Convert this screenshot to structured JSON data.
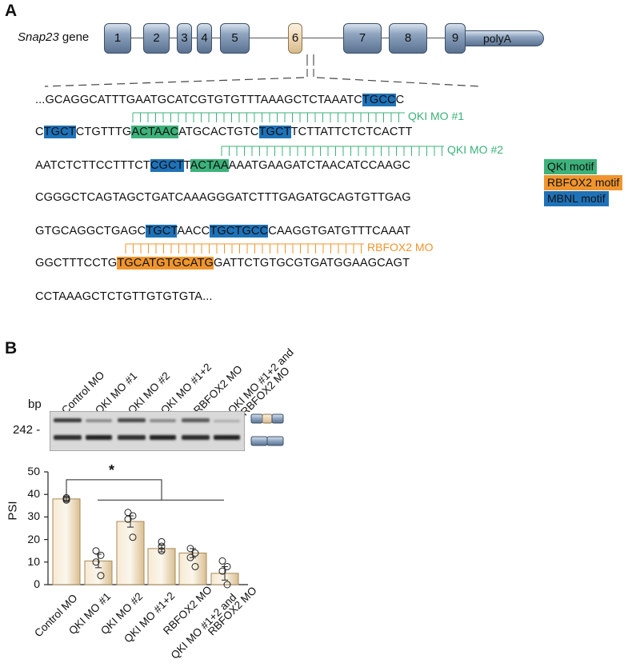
{
  "panel_a": {
    "letter": "A",
    "gene_name": "Snap23",
    "gene_suffix": " gene",
    "exons": [
      "1",
      "2",
      "3",
      "4",
      "5",
      "6",
      "7",
      "8",
      "9"
    ],
    "polya": "polyA",
    "sequence_lines": [
      [
        {
          "t": "...GCAGGCATTTGAATGCATCGTGTGTTTAAAGCTCTAAATC"
        },
        {
          "t": "TGCC",
          "c": "blue"
        },
        {
          "t": "C"
        }
      ],
      [
        {
          "t": "C"
        },
        {
          "t": "TGCT",
          "c": "blue"
        },
        {
          "t": "CTGTTTG"
        },
        {
          "t": "ACTAAC",
          "c": "green"
        },
        {
          "t": "ATGCACTGTC"
        },
        {
          "t": "TGCT",
          "c": "blue"
        },
        {
          "t": "TCTTATTCTCTCACTT"
        }
      ],
      [
        {
          "t": "AATCTCTTCCTTTCT"
        },
        {
          "t": "CGCT",
          "c": "blue"
        },
        {
          "t": "T"
        },
        {
          "t": "ACTAA",
          "c": "green"
        },
        {
          "t": "AAATGAAGATCTAACATCCAAGC"
        }
      ],
      [
        {
          "t": "CGGGCTCAGTAGCTGATCAAAGGGATCTTTGAGATGCAGTGTTGAG"
        }
      ],
      [
        {
          "t": "GTGCAGGCTGAGC"
        },
        {
          "t": "TGCT",
          "c": "blue"
        },
        {
          "t": "AACC"
        },
        {
          "t": "TGCTGCC",
          "c": "blue"
        },
        {
          "t": "CAAGGTGATGTTTCAAAT"
        }
      ],
      [
        {
          "t": "GGCTTTCCTG"
        },
        {
          "t": "TGCATGTGCATG",
          "c": "orange"
        },
        {
          "t": "GATTCTGTGCGTGATGGAAGCAGT"
        }
      ],
      [
        {
          "t": "CCTAAAGCTCTGTTGTGTGTA..."
        }
      ]
    ],
    "mo_labels": {
      "qki1": "QKI MO #1",
      "qki2": "QKI MO #2",
      "rbfox2": "RBFOX2 MO"
    },
    "legend": [
      {
        "label": "QKI motif",
        "color": "#3cb27a"
      },
      {
        "label": "RBFOX2 motif",
        "color": "#f0952e"
      },
      {
        "label": "MBNL motif",
        "color": "#1e72b8"
      }
    ],
    "colors": {
      "qki": "#3cb27a",
      "rbfox2": "#f0952e",
      "mbnl": "#1e72b8"
    }
  },
  "panel_b": {
    "letter": "B",
    "bp_label": "bp",
    "marker_label": "242 -",
    "lanes": [
      "Control MO",
      "QKI MO #1",
      "QKI MO #2",
      "QKI MO #1+2",
      "RBFOX2 MO",
      "QKI MO #1+2 and RBFOX2 MO"
    ],
    "lane_line2": [
      "",
      "",
      "",
      "",
      "",
      "RBFOX2 MO"
    ],
    "lane_line1": [
      "Control MO",
      "QKI MO #1",
      "QKI MO #2",
      "QKI MO #1+2",
      "RBFOX2 MO",
      "QKI MO #1+2 and"
    ],
    "significance": "*"
  },
  "chart_data": {
    "type": "bar",
    "ylabel": "PSI",
    "ylim": [
      0,
      50
    ],
    "yticks": [
      0,
      10,
      20,
      30,
      40,
      50
    ],
    "categories": [
      "Control MO",
      "QKI MO #1",
      "QKI MO #2",
      "QKI MO #1+2",
      "RBFOX2 MO",
      "QKI MO #1+2 and RBFOX2 MO"
    ],
    "category_lines": [
      [
        "Control MO"
      ],
      [
        "QKI MO #1"
      ],
      [
        "QKI MO #2"
      ],
      [
        "QKI MO #1+2"
      ],
      [
        "RBFOX2 MO"
      ],
      [
        "QKI MO #1+2 and",
        "RBFOX2 MO"
      ]
    ],
    "values": [
      38,
      10.5,
      28,
      16,
      14,
      5
    ],
    "errors": [
      0.7,
      3,
      2.5,
      1.5,
      2,
      3
    ],
    "points": [
      [
        38,
        38.5,
        37.5
      ],
      [
        15,
        13,
        10,
        4
      ],
      [
        32,
        30.5,
        29,
        21
      ],
      [
        19,
        17,
        15
      ],
      [
        16,
        14,
        12,
        8
      ],
      [
        10.5,
        8,
        6,
        0
      ]
    ]
  }
}
